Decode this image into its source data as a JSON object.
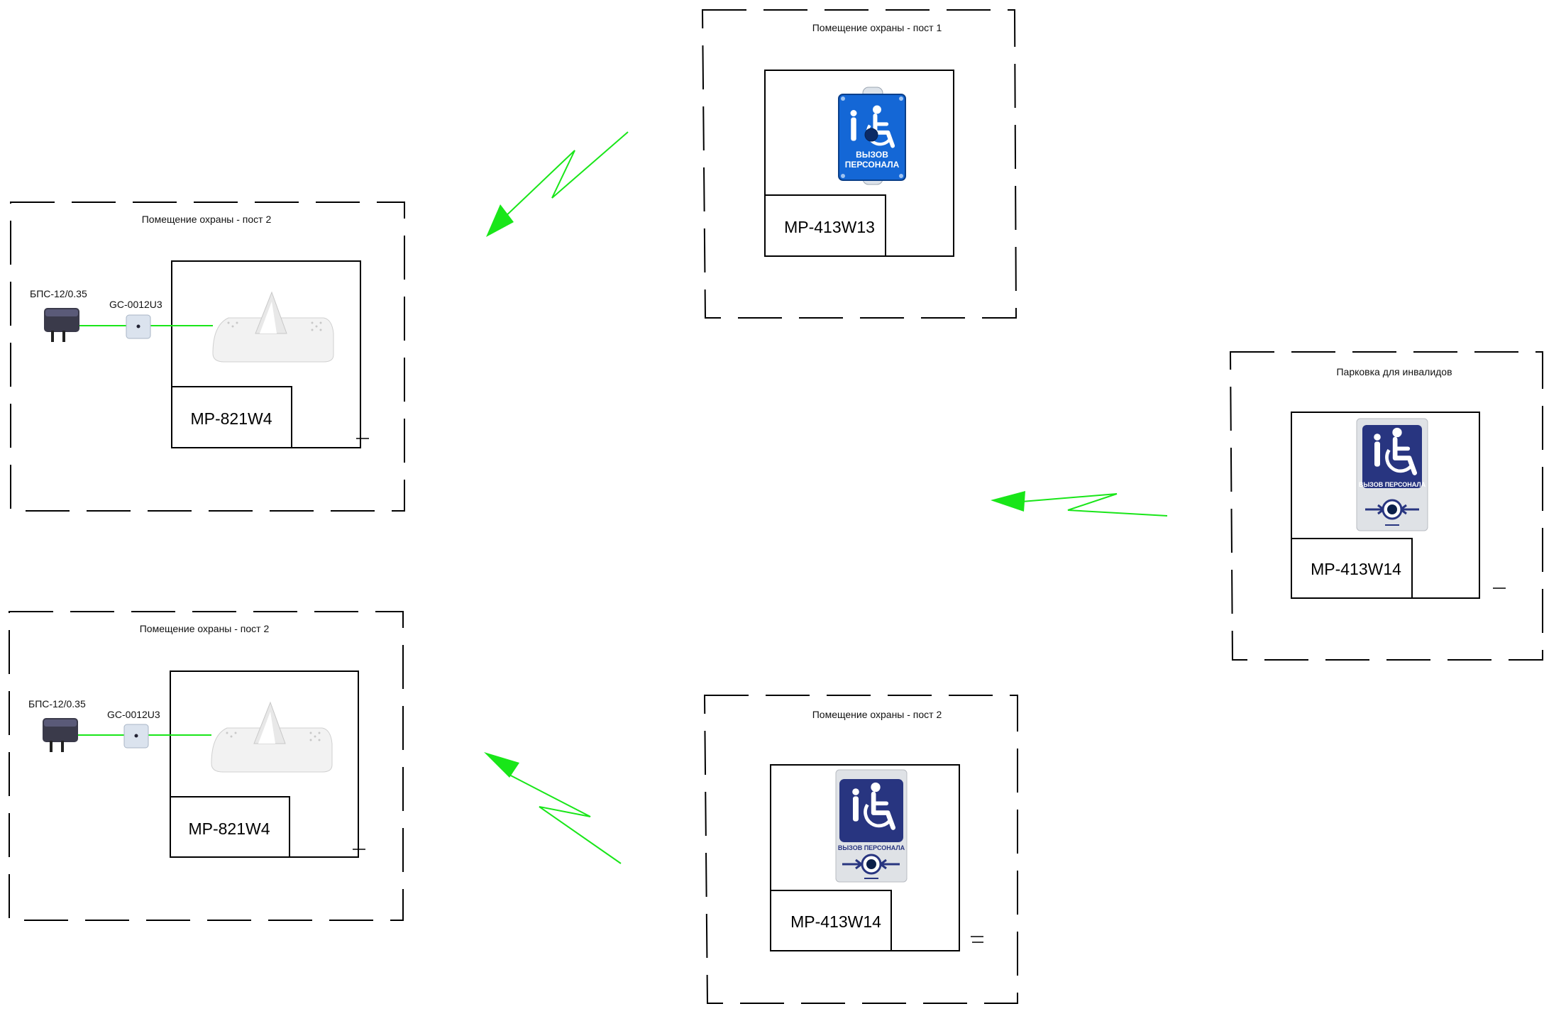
{
  "colors": {
    "link": "#19e619",
    "frame": "#000000",
    "sign_blue": "#1467d6",
    "sign_navy": "#283580",
    "sign_plate": "#dfe2e6"
  },
  "rooms": {
    "post1": {
      "title": "Помещение охраны - пост 1",
      "model": "МР-413W13",
      "sign_line1": "ВЫЗОВ",
      "sign_line2": "ПЕРСОНАЛА",
      "icon": "wheelchair-icon"
    },
    "parking": {
      "title": "Парковка для инвалидов",
      "model": "МР-413W14",
      "sign_text": "ВЫЗОВ ПЕРСОНАЛА",
      "icon": "wheelchair-icon"
    },
    "post2_button": {
      "title": "Помещение охраны - пост 2",
      "model": "МР-413W14",
      "sign_text": "ВЫЗОВ ПЕРСОНАЛА",
      "icon": "wheelchair-icon"
    },
    "post2_receiver_top": {
      "title": "Помещение охраны - пост 2",
      "model": "МР-821W4",
      "psu_label": "БПС-12/0.35",
      "adapter_label": "GC-0012U3",
      "icon": "receiver-icon"
    },
    "post2_receiver_bottom": {
      "title": "Помещение охраны - пост 2",
      "model": "МР-821W4",
      "psu_label": "БПС-12/0.35",
      "adapter_label": "GC-0012U3",
      "icon": "receiver-icon"
    }
  }
}
